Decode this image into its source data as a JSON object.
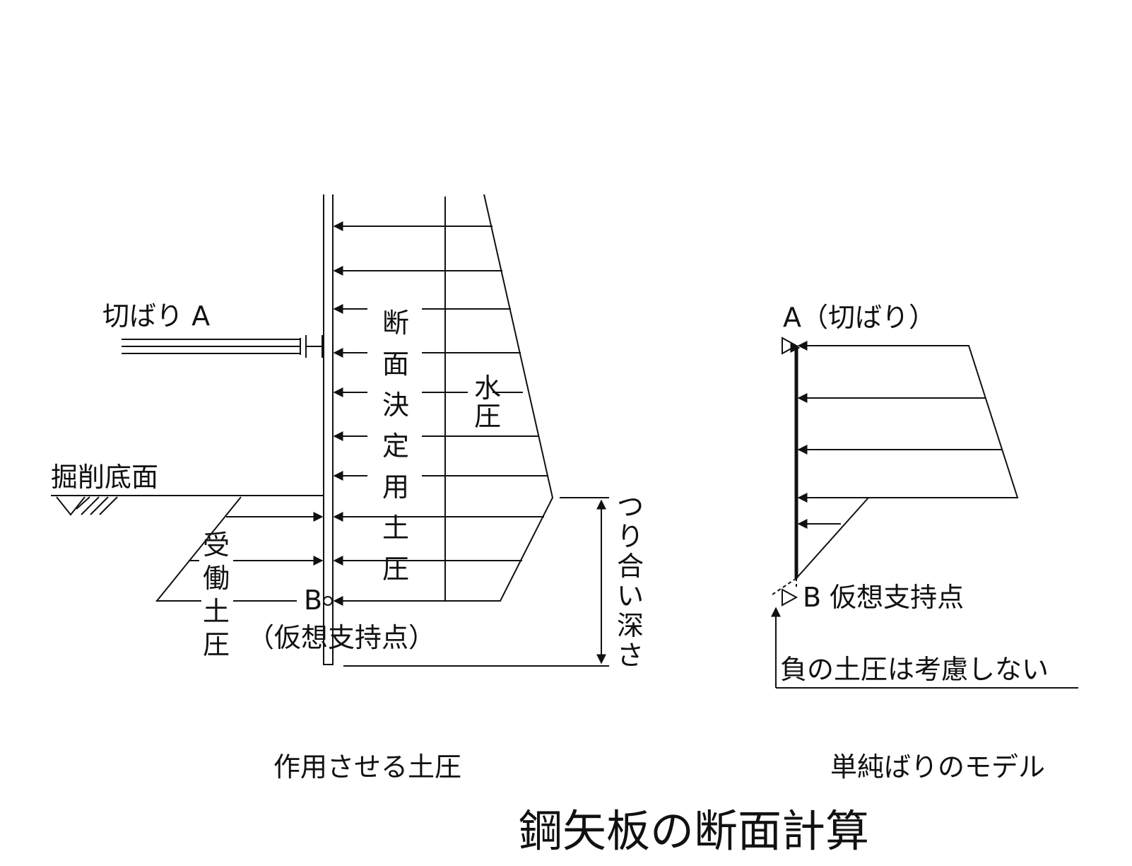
{
  "title": "鋼矢板の断面計算",
  "left_diagram": {
    "caption": "作用させる土圧",
    "strut_label": "切ばり A",
    "excavation_label": "掘削底面",
    "section_pressure_label": "断面決定用土圧",
    "water_pressure_label": "水圧",
    "passive_pressure_label": "受働土圧",
    "support_point_label": "B",
    "virtual_support_label": "（仮想支持点）",
    "embedment_label": "つり合い深さ"
  },
  "right_diagram": {
    "caption": "単純ばりのモデル",
    "support_a_label": "A（切ばり）",
    "support_b_label": "B 仮想支持点",
    "note_label": "負の土圧は考慮しない"
  }
}
